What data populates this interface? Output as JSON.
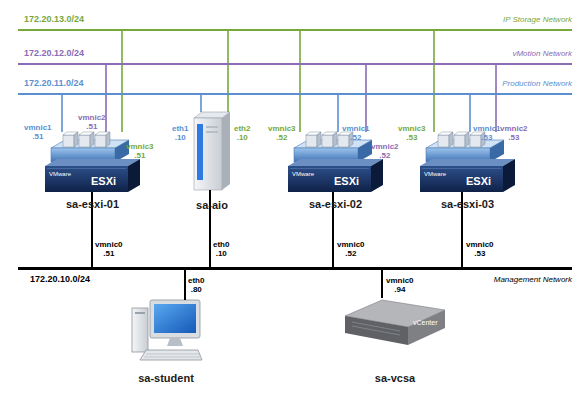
{
  "diagram": {
    "nodes": [
      {
        "text": [
          "172.20.13.0/24",
          "IP Storage Network"
        ]
      },
      {
        "text": [
          "172.20.12.0/24",
          "vMotion Network"
        ]
      },
      {
        "text": [
          "172.20.11.0/24",
          "Production Network"
        ]
      },
      {
        "text": [
          "VMware",
          "ESXi",
          "sa-esxi-01"
        ]
      },
      {
        "text": [
          "sa-aio"
        ]
      },
      {
        "text": [
          "VMware",
          "ESXi",
          "sa-esxi-02"
        ]
      },
      {
        "text": [
          "VMware",
          "ESXi",
          "sa-esxi-03"
        ]
      },
      {
        "text": [
          "172.20.10.0/24",
          "Management Network"
        ]
      },
      {
        "text": [
          "sa-student"
        ]
      },
      {
        "text": [
          "vCenter",
          "sa-vcsa"
        ]
      }
    ],
    "edges": [
      {
        "from": 3,
        "to": 2,
        "label": "vmnic1 .51",
        "arrow": "none"
      },
      {
        "from": 3,
        "to": 1,
        "label": "vmnic2 .51",
        "arrow": "none"
      },
      {
        "from": 3,
        "to": 0,
        "label": "vmnic3 .51",
        "arrow": "none"
      },
      {
        "from": 3,
        "to": 7,
        "label": "vmnic0 .51",
        "arrow": "none"
      },
      {
        "from": 4,
        "to": 2,
        "label": "eth1 .10",
        "arrow": "none"
      },
      {
        "from": 4,
        "to": 0,
        "label": "eth2 .10",
        "arrow": "none"
      },
      {
        "from": 4,
        "to": 7,
        "label": "eth0 .10",
        "arrow": "none"
      },
      {
        "from": 5,
        "to": 0,
        "label": "vmnic3 .52",
        "arrow": "none"
      },
      {
        "from": 5,
        "to": 2,
        "label": "vmnic1 .52",
        "arrow": "none"
      },
      {
        "from": 5,
        "to": 1,
        "label": "vmnic2 .52",
        "arrow": "none"
      },
      {
        "from": 5,
        "to": 7,
        "label": "vmnic0 .52",
        "arrow": "none"
      },
      {
        "from": 6,
        "to": 0,
        "label": "vmnic3 .53",
        "arrow": "none"
      },
      {
        "from": 6,
        "to": 2,
        "label": "vmnic1 .53",
        "arrow": "none"
      },
      {
        "from": 6,
        "to": 1,
        "label": "vmnic2 .53",
        "arrow": "none"
      },
      {
        "from": 6,
        "to": 7,
        "label": "vmnic0 .53",
        "arrow": "none"
      },
      {
        "from": 8,
        "to": 7,
        "label": "eth0 .80",
        "arrow": "none"
      },
      {
        "from": 9,
        "to": 7,
        "label": "vmnic0 .94",
        "arrow": "none"
      }
    ]
  }
}
